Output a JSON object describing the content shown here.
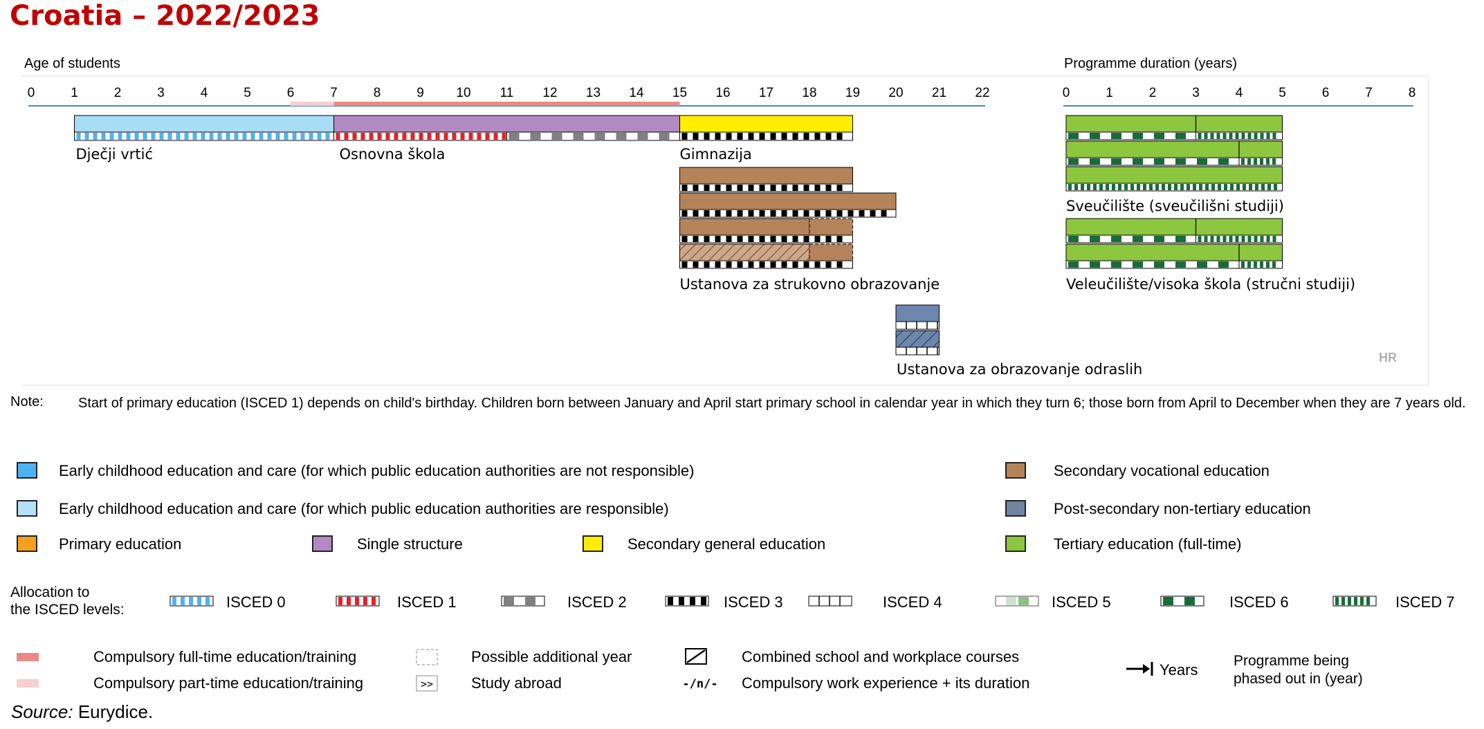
{
  "title": "Croatia – 2022/2023",
  "age_axis": {
    "label": "Age of students",
    "ticks": [
      "0",
      "1",
      "2",
      "3",
      "4",
      "5",
      "6",
      "7",
      "8",
      "9",
      "10",
      "11",
      "12",
      "13",
      "14",
      "15",
      "16",
      "17",
      "18",
      "19",
      "20",
      "21",
      "22"
    ]
  },
  "duration_axis": {
    "label": "Programme duration (years)",
    "ticks": [
      "0",
      "1",
      "2",
      "3",
      "4",
      "5",
      "6",
      "7",
      "8"
    ]
  },
  "compulsory": {
    "part_time": [
      6,
      7
    ],
    "full_time": [
      7,
      15
    ]
  },
  "programmes": [
    {
      "label": "Dječji vrtić",
      "segments": [
        {
          "start": 1,
          "end": 7,
          "color": "#a9dcf5",
          "isced": 0
        }
      ]
    },
    {
      "label": "Osnovna škola",
      "segments": [
        {
          "start": 7,
          "end": 15,
          "color": "#b18ac3",
          "isced_bands": [
            {
              "start": 7,
              "end": 11,
              "isced": 1
            },
            {
              "start": 11,
              "end": 15,
              "isced": 2
            }
          ]
        }
      ]
    },
    {
      "label": "Gimnazija",
      "segments": [
        {
          "start": 15,
          "end": 19,
          "color": "#ffee00",
          "isced": 3
        }
      ]
    },
    {
      "label": "Ustanova za strukovno obrazovanje",
      "rows": [
        {
          "start": 15,
          "end": 19,
          "isced": 3
        },
        {
          "start": 15,
          "end": 20,
          "isced": 3
        },
        {
          "start": 15,
          "end": 19,
          "isced": 3,
          "additional_from": 18
        },
        {
          "start": 15,
          "end": 19,
          "isced": 3,
          "combined_to": 18,
          "additional_from": 18
        }
      ],
      "color": "#b5835a"
    },
    {
      "label": "Ustanova za obrazovanje odraslih",
      "rows": [
        {
          "start": 20,
          "end": 21,
          "isced": 4
        },
        {
          "start": 20,
          "end": 21,
          "isced": 4,
          "combined": true
        }
      ],
      "color": "#6c86ad"
    },
    {
      "label": "Sveučilište (sveučilišni studiji)",
      "rows": [
        {
          "start": 0,
          "end": 5,
          "split": 3,
          "isced_bands": [
            6,
            7
          ]
        },
        {
          "start": 0,
          "end": 5,
          "split": 4,
          "isced_bands": [
            6,
            7
          ]
        },
        {
          "start": 0,
          "end": 5,
          "isced_bands": [
            7
          ]
        }
      ],
      "color": "#8dc63f"
    },
    {
      "label": "Veleučilište/visoka škola (stručni studiji)",
      "rows": [
        {
          "start": 0,
          "end": 5,
          "split": 3,
          "isced_bands": [
            6,
            7
          ]
        },
        {
          "start": 0,
          "end": 5,
          "split": 4,
          "isced_bands": [
            6,
            7
          ]
        }
      ],
      "color": "#8dc63f"
    }
  ],
  "country_code": "HR",
  "note_label": "Note:",
  "note_text": "Start of primary education (ISCED 1) depends on child's birthday. Children born between January and April start primary school in calendar year in which they turn 6; those born from April to December when they are 7 years old.",
  "legend": {
    "ecec_not_responsible": {
      "label": "Early childhood education and care (for which public education authorities are not responsible)",
      "color": "#4db3f0"
    },
    "ecec_responsible": {
      "label": "Early childhood education and care (for which public education authorities are responsible)",
      "color": "#b6e0f8"
    },
    "primary": {
      "label": "Primary education",
      "color": "#f5a01e"
    },
    "single": {
      "label": "Single structure",
      "color": "#b18ac3"
    },
    "secondary_general": {
      "label": "Secondary general education",
      "color": "#ffee00"
    },
    "secondary_vocational": {
      "label": "Secondary vocational education",
      "color": "#b5835a"
    },
    "post_secondary": {
      "label": "Post-secondary non-tertiary education",
      "color": "#7384a2"
    },
    "tertiary": {
      "label": "Tertiary education (full-time)",
      "color": "#8dc63f"
    }
  },
  "allocation_label": "Allocation to\nthe ISCED levels:",
  "isced_levels": [
    {
      "label": "ISCED 0",
      "color": "#4db3f0"
    },
    {
      "label": "ISCED 1",
      "color": "#e8202a"
    },
    {
      "label": "ISCED 2",
      "color": "#909090"
    },
    {
      "label": "ISCED 3",
      "color": "#000000"
    },
    {
      "label": "ISCED 4",
      "color": "#ffffff"
    },
    {
      "label": "ISCED 5",
      "color": "#9ec79a"
    },
    {
      "label": "ISCED 6",
      "color": "#1b6b3a"
    },
    {
      "label": "ISCED 7",
      "color": "#1b6b3a"
    }
  ],
  "misc_legend": {
    "compulsory_full": "Compulsory full-time education/training",
    "compulsory_part": "Compulsory part-time education/training",
    "possible_year": "Possible additional year",
    "study_abroad": "Study abroad",
    "study_abroad_symbol": ">>",
    "combined": "Combined school and workplace courses",
    "work_exp": "Compulsory work experience + its duration",
    "work_exp_symbol": "-/n/-",
    "years": "Years",
    "phased_out": "Programme being\nphased out in (year)"
  },
  "source_label": "Source:",
  "source_text": "Eurydice."
}
